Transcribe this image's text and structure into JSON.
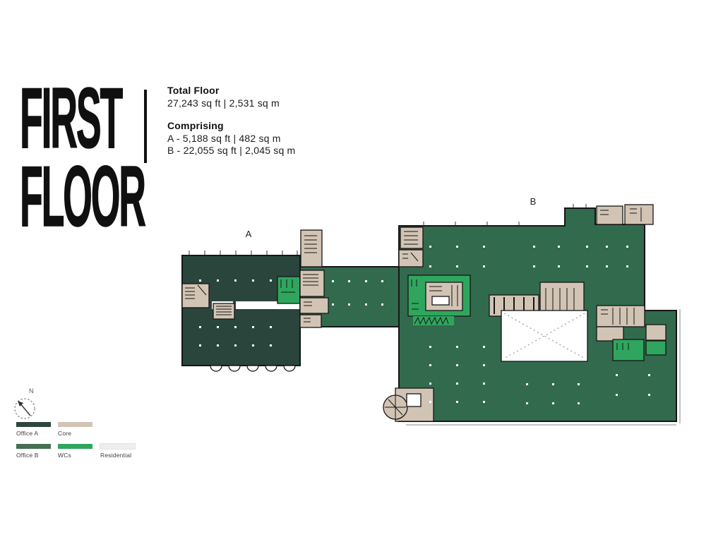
{
  "header": {
    "title_line1": "FIRST",
    "title_line2": "FLOOR",
    "total_floor_label": "Total Floor",
    "total_floor_value": "27,243 sq ft | 2,531 sq m",
    "comprising_label": "Comprising",
    "comprising_a": "A - 5,188 sq ft | 482 sq m",
    "comprising_b": "B - 22,055 sq ft | 2,045 sq m"
  },
  "plan": {
    "building_a_label": "A",
    "building_b_label": "B"
  },
  "compass": {
    "north_label": "N"
  },
  "legend": {
    "items": [
      {
        "label": "Office A",
        "color": "#2D473C"
      },
      {
        "label": "Core",
        "color": "#D2C4B4"
      },
      {
        "label": "Office B",
        "color": "#457051"
      },
      {
        "label": "WCs",
        "color": "#2FA65E"
      },
      {
        "label": "Residential",
        "color": "#ECEFEE"
      }
    ]
  },
  "colors": {
    "office_a": "#2A463C",
    "office_b": "#326A4D",
    "core": "#D2C4B4",
    "wcs": "#2FA65E",
    "residential": "#ECEFEE",
    "wall": "#161616"
  }
}
